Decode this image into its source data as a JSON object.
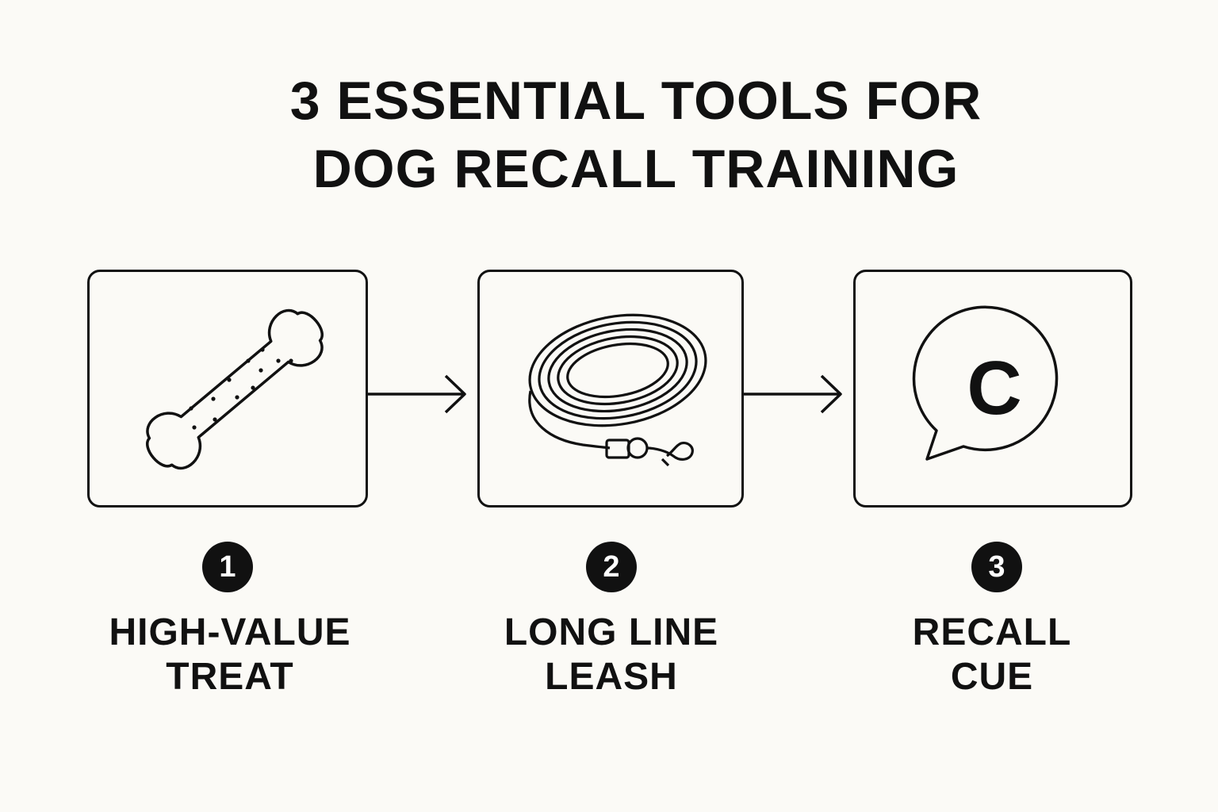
{
  "title": {
    "line1": "3 ESSENTIAL TOOLS FOR",
    "line2": "DOG RECALL TRAINING"
  },
  "steps": [
    {
      "number": "1",
      "label_line1": "HIGH-VALUE",
      "label_line2": "TREAT",
      "icon": "bone-icon"
    },
    {
      "number": "2",
      "label_line1": "LONG LINE",
      "label_line2": "LEASH",
      "icon": "leash-icon"
    },
    {
      "number": "3",
      "label_line1": "RECALL",
      "label_line2": "CUE",
      "icon": "speech-bubble-icon",
      "icon_letter": "C"
    }
  ],
  "colors": {
    "background": "#fbfaf6",
    "ink": "#111111",
    "badge_text": "#ffffff"
  }
}
